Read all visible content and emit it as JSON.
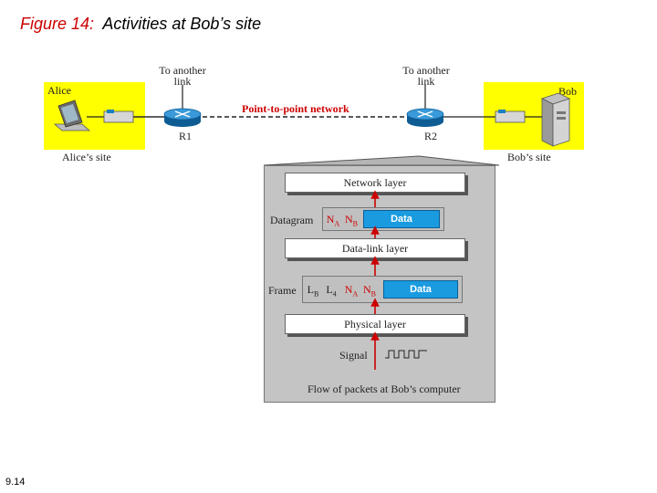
{
  "figure": {
    "label": "Figure 14:",
    "title": "Activities at Bob’s site"
  },
  "slide_number": "9.14",
  "network": {
    "alice_label": "Alice",
    "alice_site": "Alice’s site",
    "bob_label": "Bob",
    "bob_site": "Bob’s site",
    "r1_label": "R1",
    "r2_label": "R2",
    "to_another_link_1": [
      "To another",
      "link"
    ],
    "to_another_link_2": [
      "To another",
      "link"
    ],
    "network_label": "Point-to-point network"
  },
  "detail": {
    "network_layer": "Network layer",
    "datalink_layer": "Data-link layer",
    "physical_layer": "Physical layer",
    "datagram_label": "Datagram",
    "frame_label": "Frame",
    "signal_label": "Signal",
    "caption": "Flow of packets at Bob’s computer",
    "data_label": "Data",
    "na": "N",
    "na_sub": "A",
    "nb": "N",
    "nb_sub": "B",
    "lb": "L",
    "lb_sub": "B",
    "l4": "L",
    "l4_sub": "4"
  },
  "colors": {
    "site_highlight": "#ffff00",
    "accent_red": "#cc0000",
    "router_blue": "#1a7fc0",
    "data_blue": "#1a9be0"
  }
}
